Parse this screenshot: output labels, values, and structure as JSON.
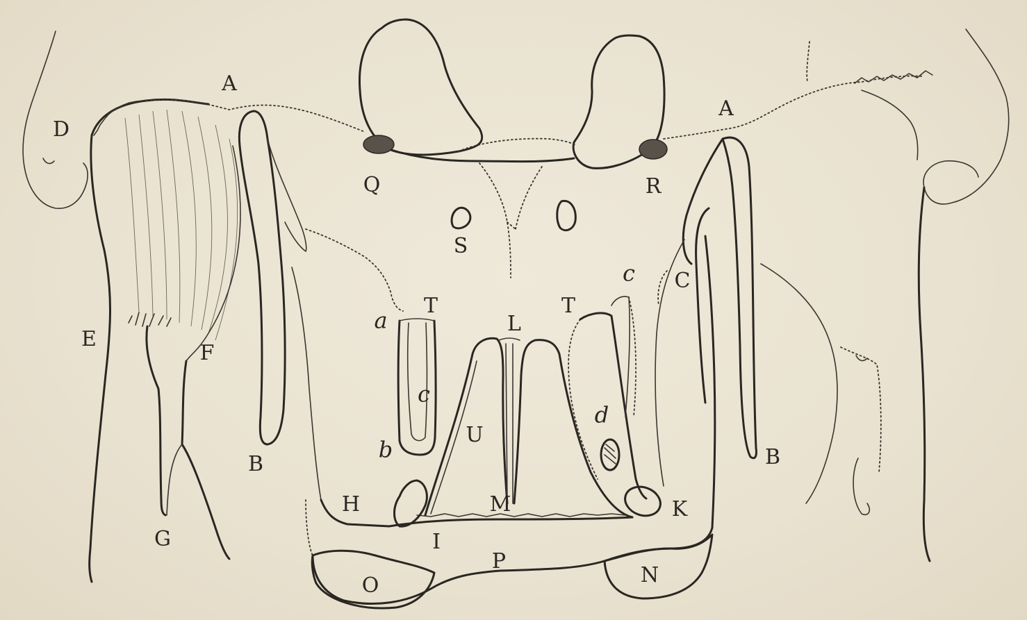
{
  "diagram": {
    "labels": {
      "A_left": "A",
      "A_right": "A",
      "B_left": "B",
      "B_right": "B",
      "C": "C",
      "D": "D",
      "E": "E",
      "F": "F",
      "G": "G",
      "H": "H",
      "I": "I",
      "K": "K",
      "L": "L",
      "M": "M",
      "N": "N",
      "O": "O",
      "P": "P",
      "Q": "Q",
      "R": "R",
      "S": "S",
      "T_left": "T",
      "T_right": "T",
      "U": "U",
      "a": "a",
      "b": "b",
      "c_left": "c",
      "c_right": "c",
      "d": "d"
    }
  }
}
